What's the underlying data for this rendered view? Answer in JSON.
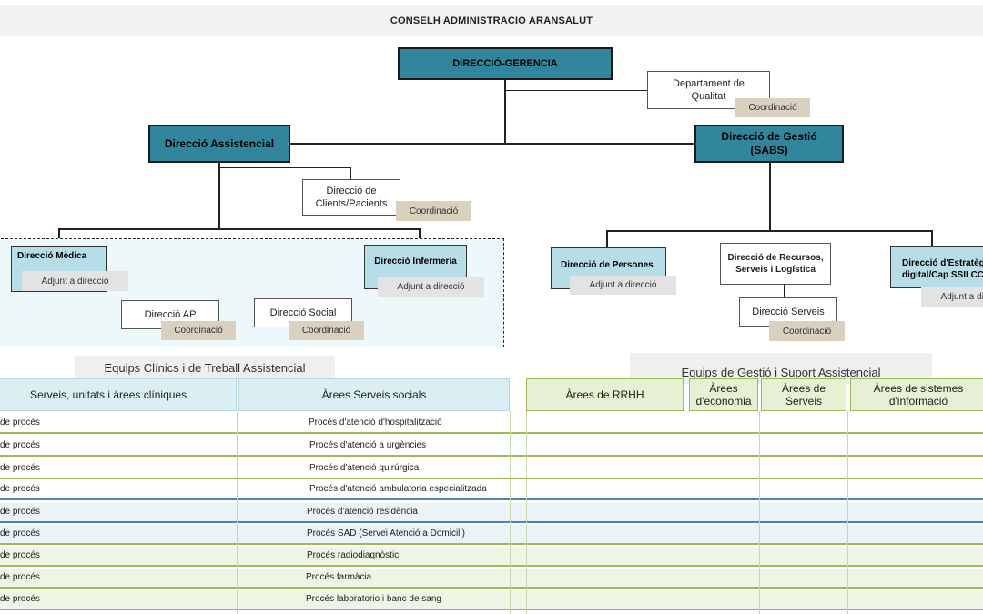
{
  "header": {
    "title": "CONSELH ADMINISTRACIÓ ARANSALUT"
  },
  "org": {
    "gerencia": "DIRECCIÓ-GERENCIA",
    "qualitat": {
      "label": "Departament de Qualitat",
      "tag": "Coordinació"
    },
    "assistencial": "Direcció Assistencial",
    "gestio": "Direcció de Gestió (SABS)",
    "clients": {
      "label": "Direcció de Clients/Pacients",
      "tag": "Coordinació"
    },
    "medica": {
      "label": "Direcció Mèdica",
      "tag": "Adjunt a direcció"
    },
    "infermeria": {
      "label": "Direcció Infermeria",
      "tag": "Adjunt a direcció"
    },
    "ap": {
      "label": "Direcció AP",
      "tag": "Coordinació"
    },
    "social": {
      "label": "Direcció Social",
      "tag": "Coordinació"
    },
    "persones": {
      "label": "Direcció de Persones",
      "tag": "Adjunt a direcció"
    },
    "recursos": {
      "label": "Direcció de Recursos, Serveis i Logística"
    },
    "serveis": {
      "label": "Direcció Serveis",
      "tag": "Coordinació"
    },
    "estrategia": {
      "label": "Direcció d'Estratègia digital/Cap SSII CC",
      "tag": "Adjunt a direcció"
    }
  },
  "sections": {
    "clinics": "Equips Clínics i de Treball Assistencial",
    "gestio": "Equips de Gestió i Suport Assistencial"
  },
  "columns": {
    "serveis_clinics": "Serveis, unitats i àrees clíniques",
    "serveis_socials": "Àrees Serveis socials",
    "rrhh": "Àrees de RRHH",
    "economia": "Àrees d'economia",
    "serveis": "Àrees de Serveis",
    "sistemes": "Àrees de sistemes d'informació"
  },
  "rows": [
    {
      "owner": "de procés",
      "process": "Procés d'atenció d'hospitalització"
    },
    {
      "owner": "de procés",
      "process": "Procés d'atenció a urgències"
    },
    {
      "owner": "de procés",
      "process": "Procés d'atenció quirúrgica"
    },
    {
      "owner": "de procés",
      "process": "Procés d'atenció ambulatoria especialitzada"
    },
    {
      "owner": "de procés",
      "process": "Procés d'atenció residència"
    },
    {
      "owner": "de procés",
      "process": "Procés SAD (Servei Atenció a Domicili)"
    },
    {
      "owner": "de procés",
      "process": "Procés radiodiagnòstic"
    },
    {
      "owner": "de procés",
      "process": "Procés farmàcia"
    },
    {
      "owner": "de procés",
      "process": "Procés laboratorio i banc de sang"
    }
  ],
  "colors": {
    "teal": "#31859c",
    "light_blue": "#b7dde8",
    "beige": "#d9d0bd",
    "green_rule": "#9bbb59",
    "blue_rule": "#4f81bd"
  }
}
